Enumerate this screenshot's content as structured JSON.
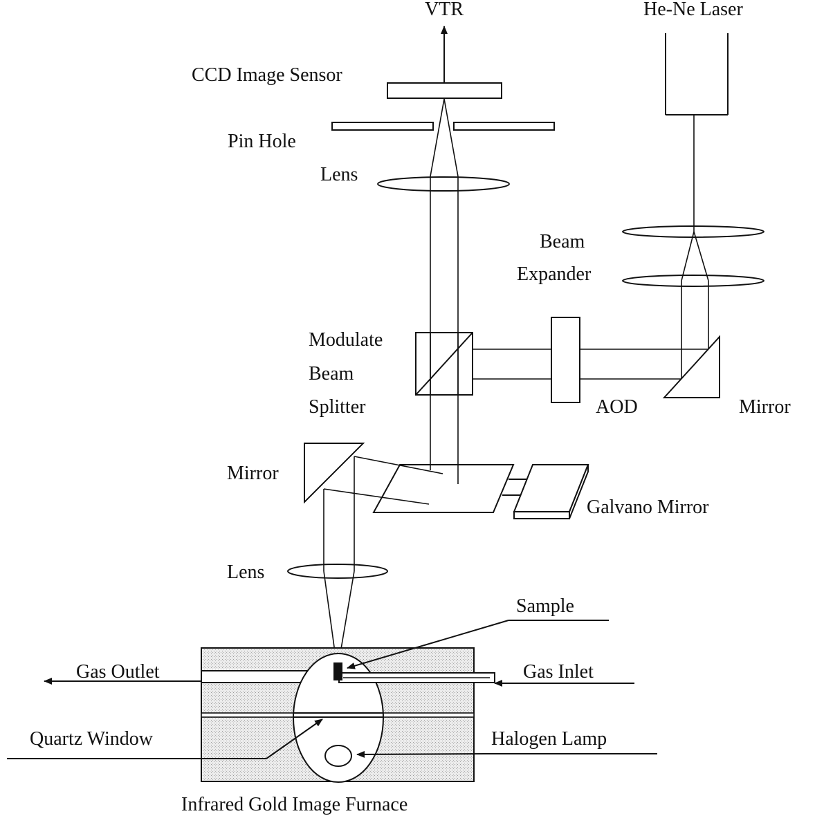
{
  "labels": {
    "vtr": "VTR",
    "he_ne_laser": "He-Ne Laser",
    "ccd_image_sensor": "CCD Image Sensor",
    "pin_hole": "Pin Hole",
    "lens_top": "Lens",
    "beam": "Beam",
    "expander": "Expander",
    "modulate": "Modulate",
    "beam_splitter_beam": "Beam",
    "splitter": "Splitter",
    "aod": "AOD",
    "mirror_right": "Mirror",
    "mirror_left": "Mirror",
    "galvano_mirror": "Galvano Mirror",
    "lens_bottom": "Lens",
    "sample": "Sample",
    "gas_outlet": "Gas Outlet",
    "gas_inlet": "Gas Inlet",
    "quartz_window": "Quartz Window",
    "halogen_lamp": "Halogen Lamp",
    "furnace": "Infrared Gold Image Furnace"
  },
  "colors": {
    "line": "#111111",
    "furnace_fill": "#e6e6e6",
    "background": "#ffffff"
  }
}
